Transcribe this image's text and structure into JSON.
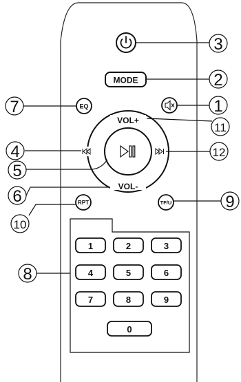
{
  "buttons": {
    "power_icon": "power-icon",
    "mode": "MODE",
    "mute_icon": "mute-icon",
    "eq": "EQ",
    "vol_up": "VOL+",
    "vol_down": "VOL-",
    "prev_icon": "previous-track-icon",
    "play_pause_icon": "play-pause-icon",
    "next_icon": "next-track-icon",
    "rpt": "RPT",
    "tf_u": "TF/U",
    "keypad": [
      "1",
      "2",
      "3",
      "4",
      "5",
      "6",
      "7",
      "8",
      "9",
      "0"
    ]
  },
  "callouts": {
    "c1": "1",
    "c2": "2",
    "c3": "3",
    "c4": "4",
    "c5": "5",
    "c6": "6",
    "c7": "7",
    "c8": "8",
    "c9": "9",
    "c10": "10",
    "c11": "11",
    "c12": "12"
  }
}
